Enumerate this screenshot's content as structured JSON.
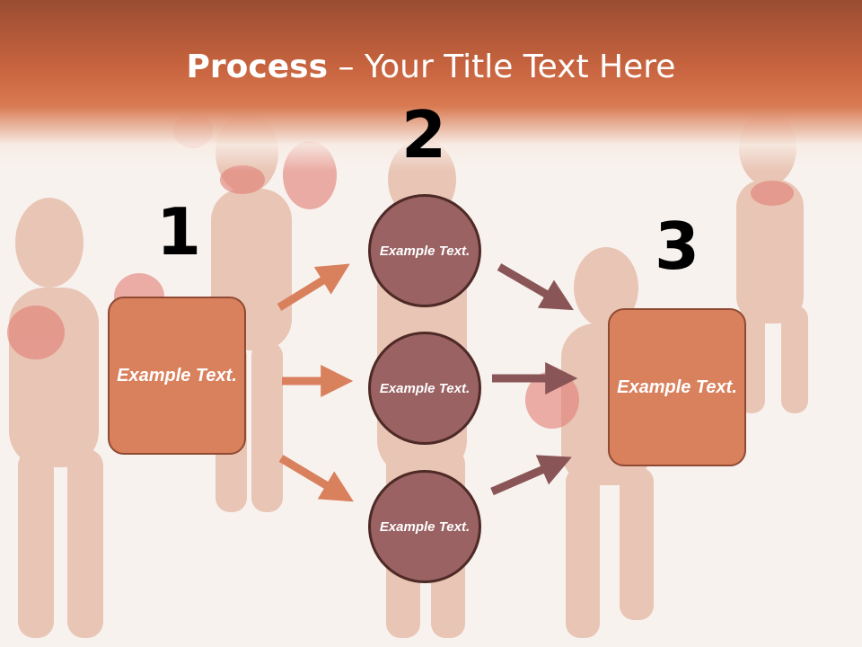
{
  "slide": {
    "title_strong": "Process",
    "title_rest": " – Your Title Text Here"
  },
  "steps": [
    {
      "number": "1"
    },
    {
      "number": "2"
    },
    {
      "number": "3"
    }
  ],
  "nodes": {
    "left_box": "Example Text.",
    "circle_top": "Example Text.",
    "circle_middle": "Example Text.",
    "circle_bottom": "Example Text.",
    "right_box": "Example Text."
  },
  "colors": {
    "header": "#c8643f",
    "box_fill": "#d9805d",
    "circle_fill": "#9a6263",
    "arrow_left": "#d9805d",
    "arrow_right": "#8a5556"
  }
}
